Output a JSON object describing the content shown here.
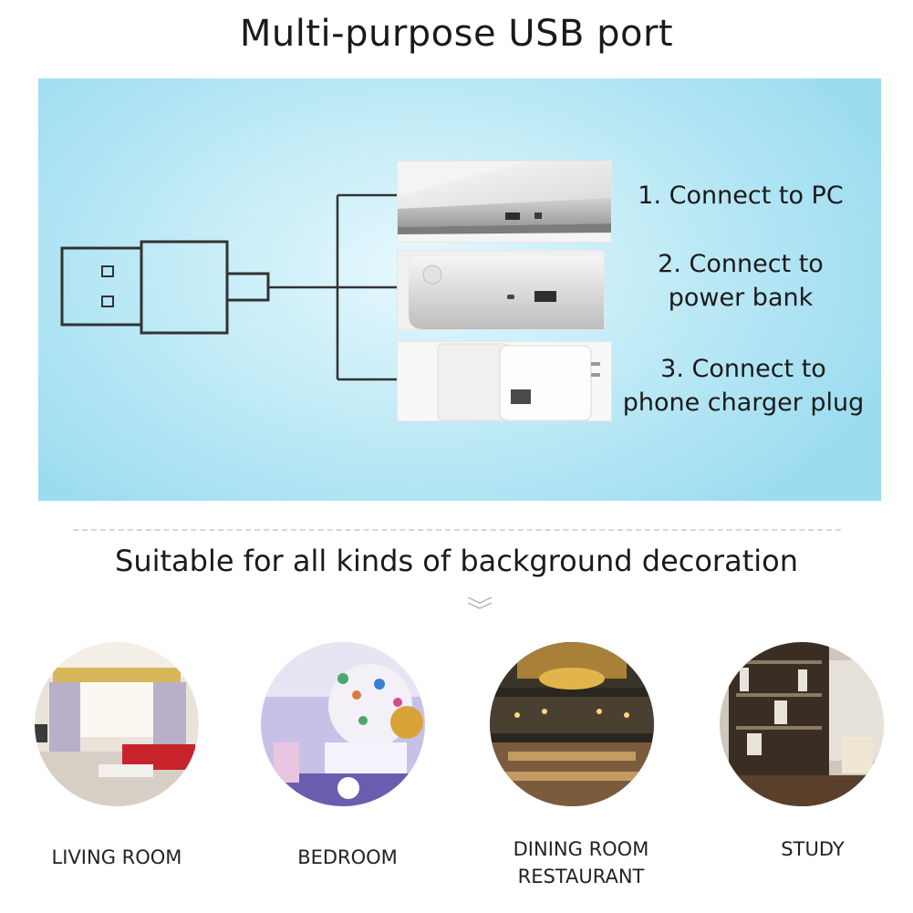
{
  "header": {
    "title": "Multi-purpose USB port"
  },
  "usage": {
    "steps": [
      {
        "label_line1": "1. Connect to PC",
        "label_line2": "",
        "image_icon": "laptop-usb-ports-icon"
      },
      {
        "label_line1": "2. Connect to",
        "label_line2": "power bank",
        "image_icon": "power-bank-icon"
      },
      {
        "label_line1": "3. Connect to",
        "label_line2": "phone charger plug",
        "image_icon": "wall-charger-icon"
      }
    ],
    "connector_icon": "usb-plug-icon"
  },
  "section": {
    "subtitle": "Suitable for all kinds of background decoration",
    "chevron_icon": "double-chevron-down-icon"
  },
  "rooms": [
    {
      "label_line1": "LIVING ROOM",
      "label_line2": ""
    },
    {
      "label_line1": "BEDROOM",
      "label_line2": ""
    },
    {
      "label_line1": "DINING ROOM",
      "label_line2": "RESTAURANT"
    },
    {
      "label_line1": "STUDY",
      "label_line2": ""
    }
  ],
  "colors": {
    "panel": "#bfe9f6",
    "line": "#333333"
  }
}
